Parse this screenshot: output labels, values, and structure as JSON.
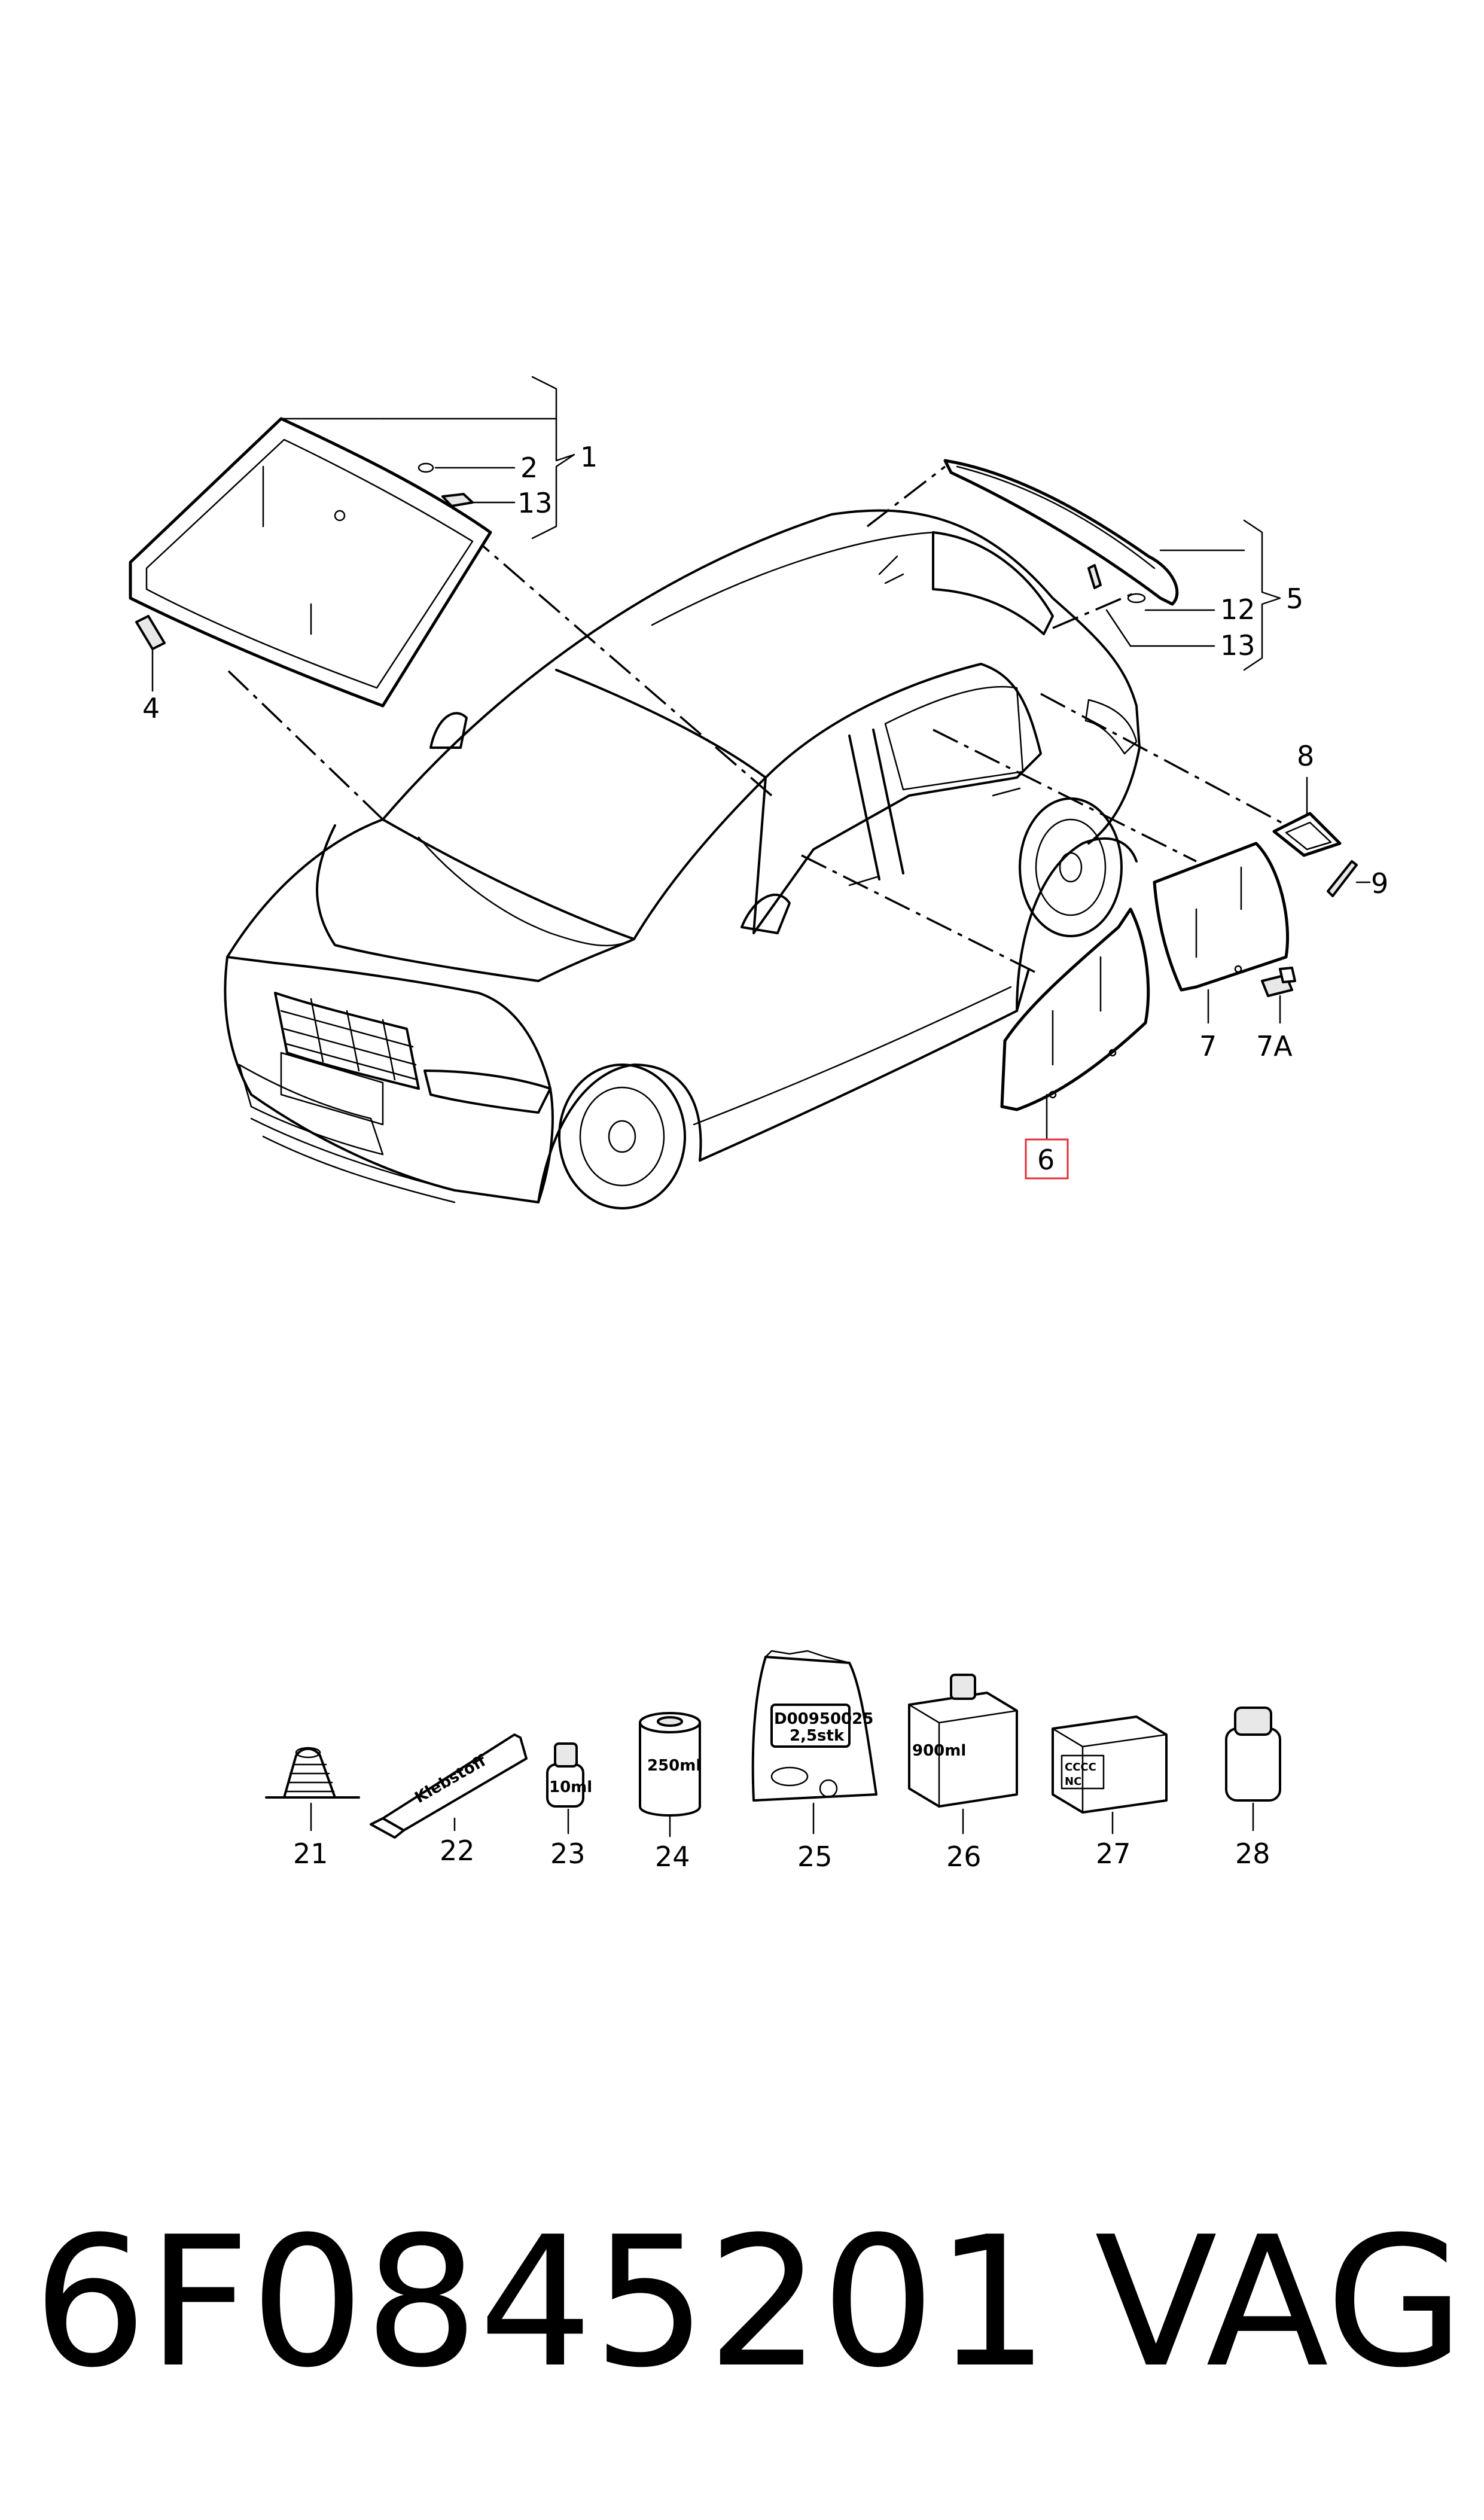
{
  "callouts": {
    "c1": "1",
    "c2": "2",
    "c13a": "13",
    "c4": "4",
    "c5": "5",
    "c12": "12",
    "c13b": "13",
    "c8": "8",
    "c9": "9",
    "c7": "7",
    "c7a": "7A",
    "c6": "6",
    "c21": "21",
    "c22": "22",
    "c23": "23",
    "c24": "24",
    "c25": "25",
    "c26": "26",
    "c27": "27",
    "c28": "28"
  },
  "package_labels": {
    "tube": "Klebstoff",
    "bottle_10": "10ml",
    "tin_250": "250ml",
    "bag_code": "D00950025",
    "bag_weight": "2,5stk",
    "box_900": "900ml",
    "box_cert": "CCCC",
    "box_nc": "NC"
  },
  "highlight_color": "#e0303a",
  "part_number": "6F0845201",
  "brand": "VAG"
}
